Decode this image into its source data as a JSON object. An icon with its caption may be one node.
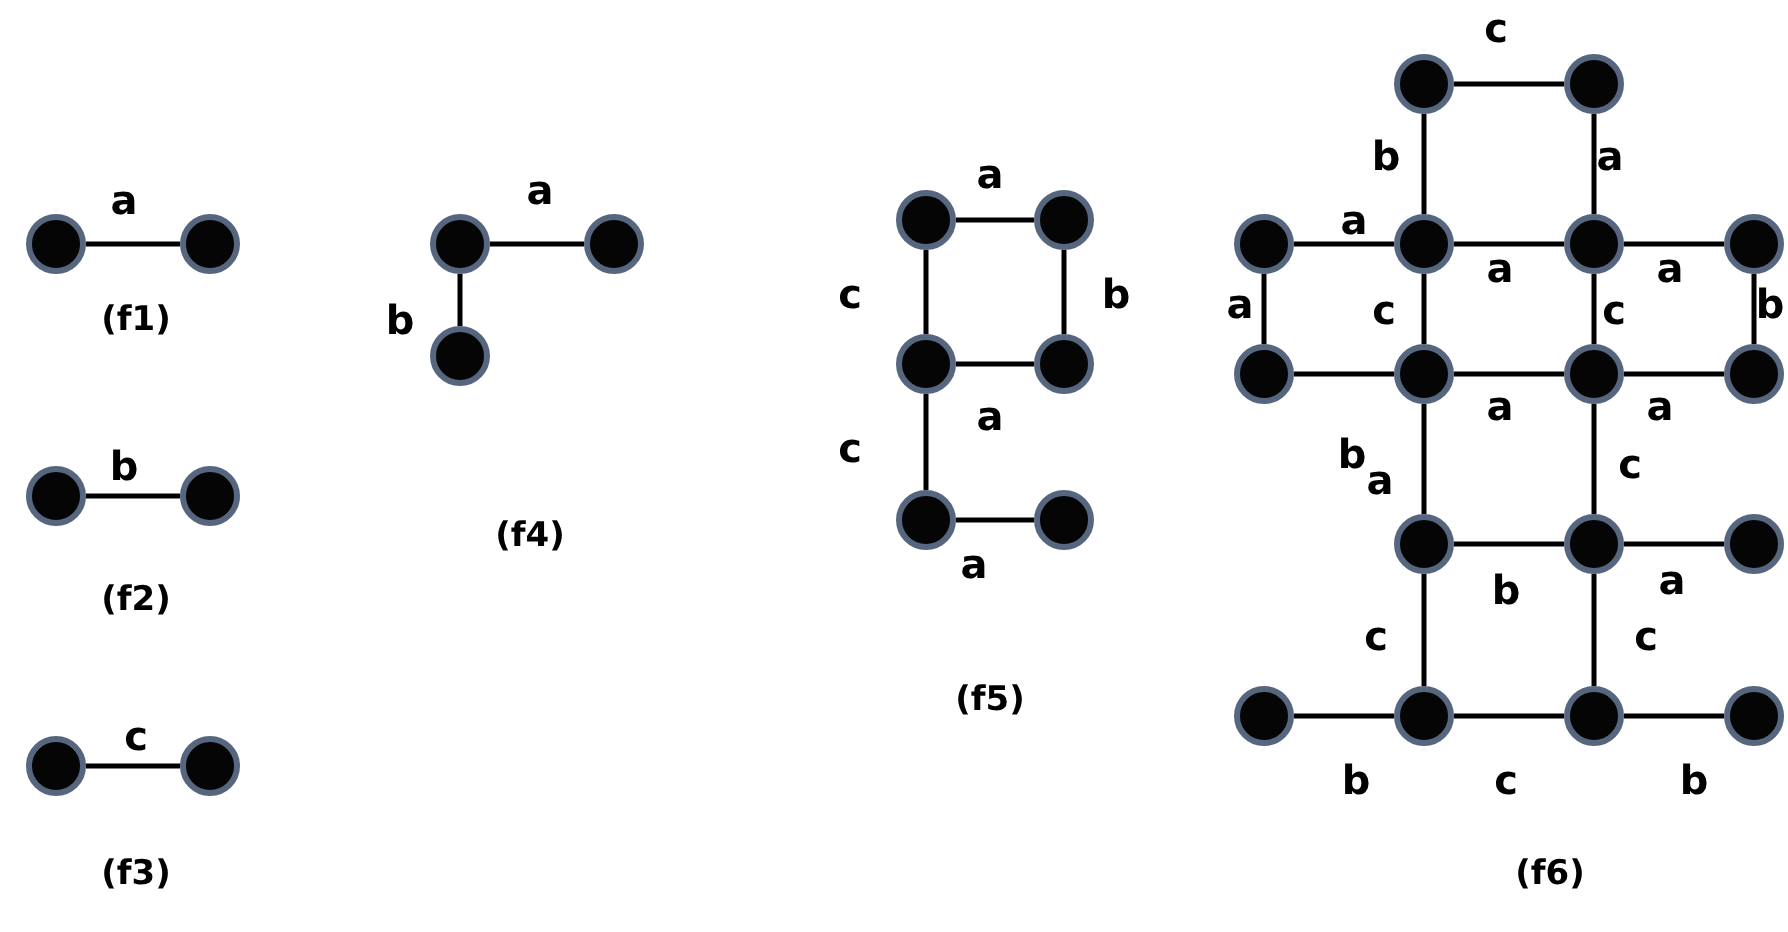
{
  "diagram": {
    "nodes": [
      {
        "text": [],
        "shape": "circle"
      },
      {
        "text": [],
        "shape": "circle"
      },
      {
        "text": [],
        "shape": "circle"
      },
      {
        "text": [],
        "shape": "circle"
      },
      {
        "text": [],
        "shape": "circle"
      },
      {
        "text": [],
        "shape": "circle"
      },
      {
        "text": [],
        "shape": "circle"
      },
      {
        "text": [],
        "shape": "circle"
      },
      {
        "text": [],
        "shape": "circle"
      },
      {
        "text": [],
        "shape": "circle"
      },
      {
        "text": [],
        "shape": "circle"
      },
      {
        "text": [],
        "shape": "circle"
      },
      {
        "text": [],
        "shape": "circle"
      },
      {
        "text": [],
        "shape": "circle"
      },
      {
        "text": [],
        "shape": "circle"
      },
      {
        "text": [],
        "shape": "circle"
      },
      {
        "text": [],
        "shape": "circle"
      },
      {
        "text": [],
        "shape": "circle"
      },
      {
        "text": [],
        "shape": "circle"
      },
      {
        "text": [],
        "shape": "circle"
      },
      {
        "text": [],
        "shape": "circle"
      },
      {
        "text": [],
        "shape": "circle"
      },
      {
        "text": [],
        "shape": "circle"
      },
      {
        "text": [],
        "shape": "circle"
      },
      {
        "text": [],
        "shape": "circle"
      },
      {
        "text": [],
        "shape": "circle"
      },
      {
        "text": [],
        "shape": "circle"
      },
      {
        "text": [],
        "shape": "circle"
      },
      {
        "text": [],
        "shape": "circle"
      },
      {
        "text": [],
        "shape": "circle"
      },
      {
        "text": [],
        "shape": "circle"
      },
      {
        "text": [],
        "shape": "circle"
      }
    ],
    "edges": [
      {
        "from": 0,
        "to": 1,
        "arrow": "none",
        "label": "a"
      },
      {
        "from": 2,
        "to": 3,
        "arrow": "none",
        "label": "b"
      },
      {
        "from": 4,
        "to": 5,
        "arrow": "none",
        "label": "c"
      },
      {
        "from": 6,
        "to": 7,
        "arrow": "none",
        "label": "a"
      },
      {
        "from": 6,
        "to": 8,
        "arrow": "none",
        "label": "b"
      },
      {
        "from": 9,
        "to": 10,
        "arrow": "none",
        "label": "a"
      },
      {
        "from": 9,
        "to": 11,
        "arrow": "none",
        "label": "c"
      },
      {
        "from": 10,
        "to": 12,
        "arrow": "none",
        "label": "b"
      },
      {
        "from": 11,
        "to": 12,
        "arrow": "none",
        "label": "a"
      },
      {
        "from": 11,
        "to": 13,
        "arrow": "none",
        "label": "c"
      },
      {
        "from": 13,
        "to": 14,
        "arrow": "none",
        "label": "a"
      },
      {
        "from": 15,
        "to": 16,
        "arrow": "none",
        "label": "c"
      },
      {
        "from": 15,
        "to": 18,
        "arrow": "none",
        "label": "b"
      },
      {
        "from": 16,
        "to": 19,
        "arrow": "none",
        "label": "a"
      },
      {
        "from": 17,
        "to": 18,
        "arrow": "none",
        "label": "a"
      },
      {
        "from": 18,
        "to": 19,
        "arrow": "none",
        "label": "a"
      },
      {
        "from": 19,
        "to": 20,
        "arrow": "none",
        "label": "a"
      },
      {
        "from": 17,
        "to": 21,
        "arrow": "none",
        "label": "a"
      },
      {
        "from": 18,
        "to": 22,
        "arrow": "none",
        "label": "c"
      },
      {
        "from": 19,
        "to": 23,
        "arrow": "none",
        "label": "c"
      },
      {
        "from": 20,
        "to": 24,
        "arrow": "none",
        "label": "b"
      },
      {
        "from": 21,
        "to": 22,
        "arrow": "none"
      },
      {
        "from": 22,
        "to": 23,
        "arrow": "none",
        "label": "a"
      },
      {
        "from": 23,
        "to": 24,
        "arrow": "none",
        "label": "a"
      },
      {
        "from": 22,
        "to": 25,
        "arrow": "none",
        "label": "b"
      },
      {
        "from": 23,
        "to": 26,
        "arrow": "none",
        "label": "c"
      },
      {
        "from": 25,
        "to": 26,
        "arrow": "none",
        "label": "b"
      },
      {
        "from": 26,
        "to": 27,
        "arrow": "none",
        "label": "a"
      },
      {
        "from": 25,
        "to": 29,
        "arrow": "none",
        "label": "c"
      },
      {
        "from": 26,
        "to": 30,
        "arrow": "none",
        "label": "c"
      },
      {
        "from": 28,
        "to": 29,
        "arrow": "none",
        "label": "b"
      },
      {
        "from": 29,
        "to": 30,
        "arrow": "none",
        "label": "c"
      },
      {
        "from": 30,
        "to": 31,
        "arrow": "none",
        "label": "b"
      }
    ],
    "labels": [
      "(f1)",
      "a",
      "(f4)",
      "(f2)",
      "(f5)",
      "(f3)",
      "(f6)"
    ]
  }
}
